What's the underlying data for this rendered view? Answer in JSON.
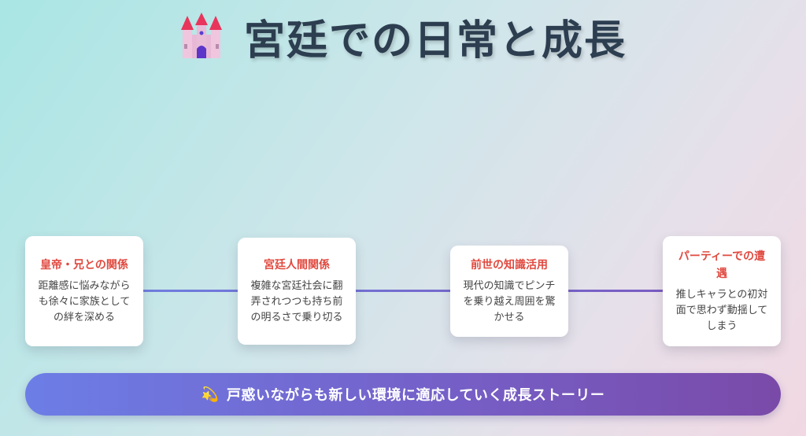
{
  "header": {
    "title": "宮廷での日常と成長",
    "icon": "castle-icon"
  },
  "cards": [
    {
      "title": "皇帝・兄との関係",
      "desc": "距離感に悩みながらも徐々に家族としての絆を深める"
    },
    {
      "title": "宮廷人間関係",
      "desc": "複雑な宮廷社会に翻弄されつつも持ち前の明るさで乗り切る"
    },
    {
      "title": "前世の知識活用",
      "desc": "現代の知識でピンチを乗り越え周囲を驚かせる"
    },
    {
      "title": "パーティーでの遭遇",
      "desc": "推しキャラとの初対面で思わず動揺してしまう"
    }
  ],
  "footer": {
    "icon": "dizzy-icon",
    "text": "戸惑いながらも新しい環境に適応していく成長ストーリー"
  },
  "colors": {
    "card_title": "#e0493f",
    "title_text": "#2c3e50",
    "banner_start": "#6c7ee6",
    "banner_end": "#7a4aa8"
  }
}
